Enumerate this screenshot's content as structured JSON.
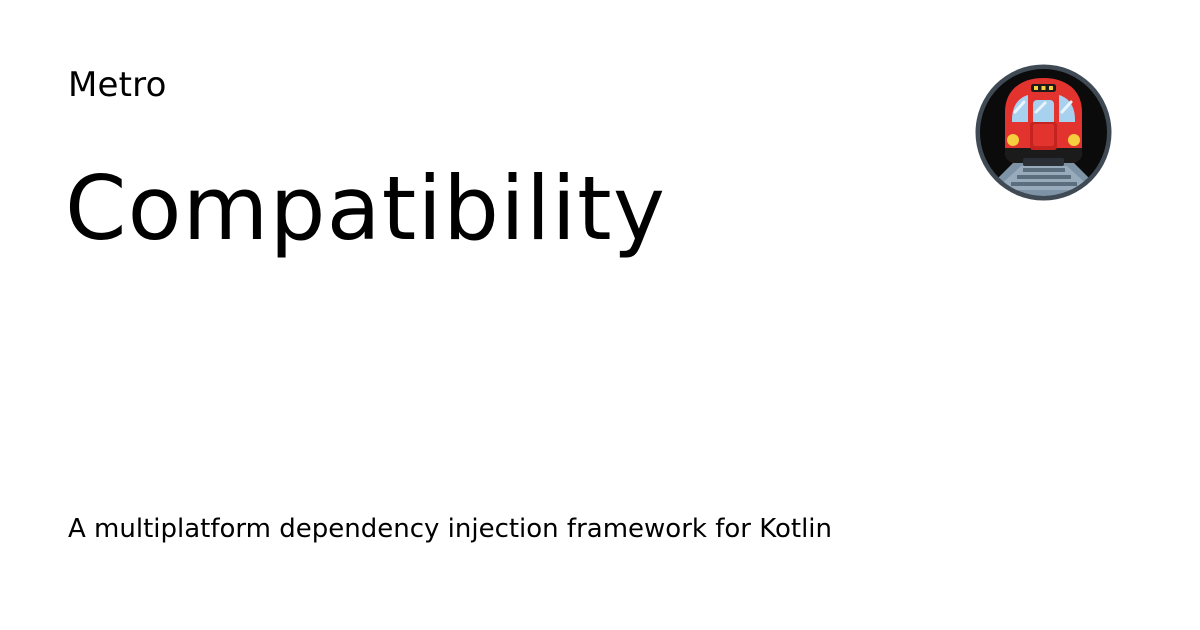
{
  "site": {
    "name": "Metro"
  },
  "page": {
    "title": "Compatibility",
    "description": "A multiplatform dependency injection framework for Kotlin"
  },
  "logo": {
    "icon": "metro-train-icon"
  },
  "colors": {
    "background": "#ffffff",
    "text": "#000000",
    "logo_ring": "#3f4a55",
    "logo_tunnel": "#0b0b0b",
    "train_body": "#e2332e",
    "train_window": "#a7d1ee",
    "train_light": "#f6cf3f",
    "track": "#8fa1b2"
  }
}
